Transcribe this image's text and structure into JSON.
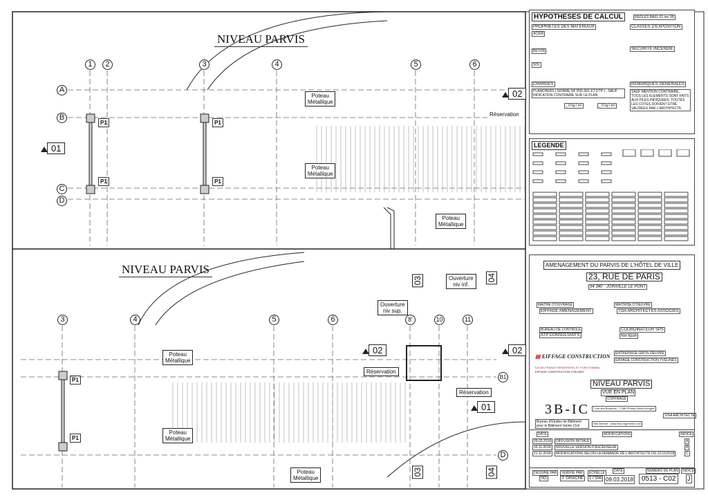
{
  "plans": [
    {
      "title": "NIVEAU PARVIS",
      "grid_cols": [
        "1",
        "2",
        "3",
        "4",
        "5",
        "6"
      ],
      "grid_rows": [
        "A",
        "B",
        "C",
        "D"
      ],
      "labels": [
        "Poteau\nMétallique",
        "Poteau\nMétallique",
        "Poteau\nMétallique",
        "Réservation"
      ],
      "sections": [
        "01",
        "02"
      ],
      "column_tags": [
        "P1",
        "P1",
        "P1",
        "P1"
      ]
    },
    {
      "title": "NIVEAU PARVIS",
      "grid_cols": [
        "3",
        "4",
        "5",
        "6",
        "8'",
        "10",
        "11"
      ],
      "grid_rows": [
        "B1",
        "D"
      ],
      "labels": [
        "Poteau\nMétallique",
        "Poteau\nMétallique",
        "Poteau\nMétallique",
        "Ouverture\nniv sup.",
        "Ouverture\nniv inf.",
        "Réservation",
        "Réservation"
      ],
      "sections": [
        "02",
        "02",
        "01"
      ],
      "vsections": [
        "03",
        "04",
        "03",
        "04"
      ],
      "column_tags": [
        "P1",
        "P1"
      ]
    }
  ],
  "hypotheses": {
    "title": "HYPOTHESES DE CALCUL",
    "ref": "REGLES BAEL 91 rev 99",
    "materials": "PROPRIETES DES MATERIAUX",
    "exposure": "CLASSES D'EXPOSITION",
    "fire": "SECURITE INCENDIE",
    "loads": "CHARGES",
    "remarks": "REMARQUES GENERALES",
    "acier": "ACIER",
    "beton": "BETON",
    "sol": "SOL",
    "remark_text": "SAUF MENTION CONTRAIRE, TOUS LES ELEMENTS SONT FAITS AUX FILES INDIQUEES. TOUTES LES COTES DOIVENT ETRE VALIDEES PAR L'ARCHITECTE",
    "load_note": "PLANCHERS ( NORME NF P06-001 ET DTP ) - SAUF INDICATION CONTRAIRE SUR LE PLAN",
    "load_val1": "_ 0 kg / m²",
    "load_val2": "_ 0 kg / m²"
  },
  "legend": {
    "title": "LEGENDE"
  },
  "titleblock": {
    "project": "AMENAGEMENT DU PARVIS DE L'HÔTEL DE VILLE",
    "address": "23, RUE DE PARIS",
    "city": "94 340 - JOINVILLE LE PONT",
    "moa_label": "MAITRE D'OUVRAGE",
    "moa": "EIFFAGE AMENAGEMENT",
    "moe_label": "MAITRISE D'OEUVRE",
    "moe": "TOA ARCHITECTES ASSOCIES",
    "control_label": "BUREAU DE CONTROLE",
    "control": "ATP CONSULTANTS",
    "sps_label": "COORDINATEUR SPS",
    "sps": "Non figuré",
    "contractor_label": "ENTREPRISE GROS-OEUVRE",
    "contractor": "EIFFAGE CONSTRUCTION YVELINES",
    "logo": "EIFFAGE CONSTRUCTION",
    "logo_sub": "ÎLE-DE-FRANCE RÉSIDENTIEL ET FONCTIONNEL",
    "logo_sub2": "EIFFAGE CONSTRUCTION YVELINES",
    "drawing": "NIVEAU PARVIS",
    "view": "VUE EN PLAN",
    "sub": "COFFRAGE",
    "firm": "3B-IC",
    "firm_desc": "Bureau d'Etudes de Bâtiment pour le Bâtiment Génie Civil",
    "firm_addr": "7 rue des Bruyeres - 77680 Roissy Saint-Georges",
    "firm_web": "Site internet : www.3bic-ingenierie.com",
    "visa": "VISA ARCHITECTE",
    "mod_headers": [
      "DATE",
      "MODIFICATIONS",
      "INDICE"
    ],
    "mods": [
      {
        "date": "09.03.2018",
        "text": "DIFFUSION INITIALE",
        "index": "A"
      },
      {
        "date": "16.11.2018",
        "text": "NOUVELLE VERSION D'ASCENSEUR",
        "index": "B"
      },
      {
        "date": "21.11.2018",
        "text": "MODIFICATIONS SELON LA DEMANDE DE L'ARCHITECTE DU 21/11/2018",
        "index": "C"
      }
    ],
    "footer": {
      "drawn_label": "DESSINE PAR",
      "drawn": "SG",
      "checked_label": "VERIFIE PAR",
      "checked": "J. GRACHE",
      "scale_label": "ECHELLE",
      "scale": "1 / 50e",
      "date_label": "DATE",
      "date": "09.03.2018",
      "number_label": "NUMERO DE PLAN",
      "number": "0513 - C02",
      "index_label": "INDICE",
      "index": "J"
    }
  }
}
